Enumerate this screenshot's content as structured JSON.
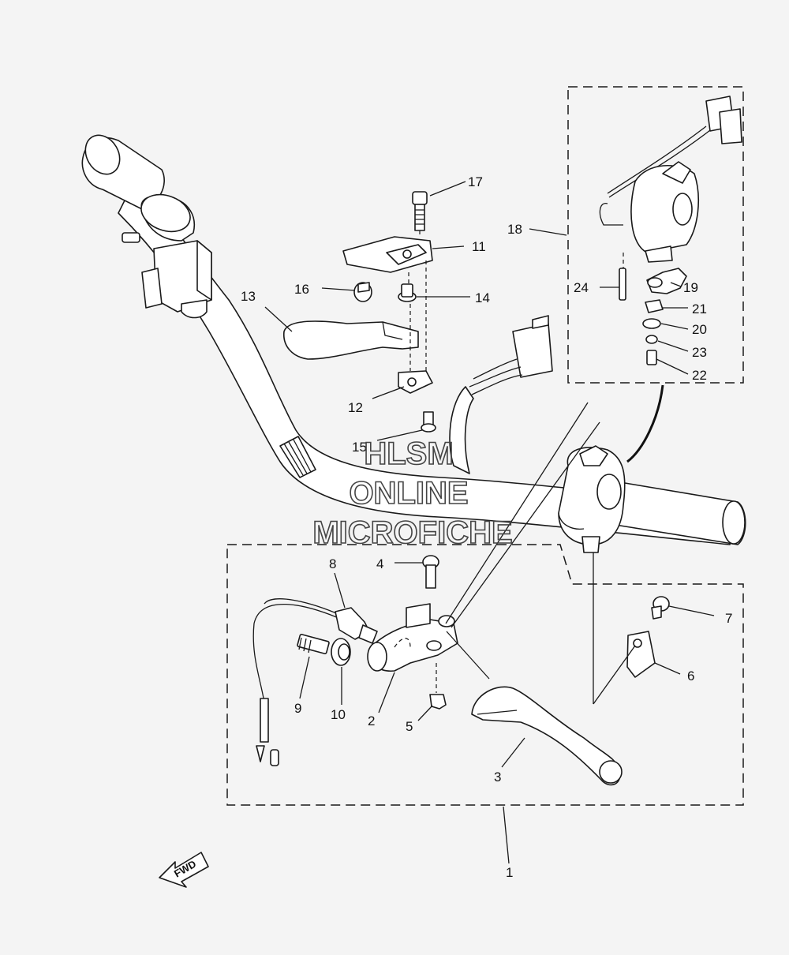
{
  "watermark": {
    "line1": "HLSM",
    "line2": "ONLINE",
    "line3": "MICROFICHE"
  },
  "direction_marker": "FWD",
  "callouts": {
    "c1": "1",
    "c2": "2",
    "c3": "3",
    "c4": "4",
    "c5": "5",
    "c6": "6",
    "c7": "7",
    "c8": "8",
    "c9": "9",
    "c10": "10",
    "c11": "11",
    "c12": "12",
    "c13": "13",
    "c14": "14",
    "c15": "15",
    "c16": "16",
    "c17": "17",
    "c18": "18",
    "c19": "19",
    "c20": "20",
    "c21": "21",
    "c22": "22",
    "c23": "23",
    "c24": "24"
  }
}
